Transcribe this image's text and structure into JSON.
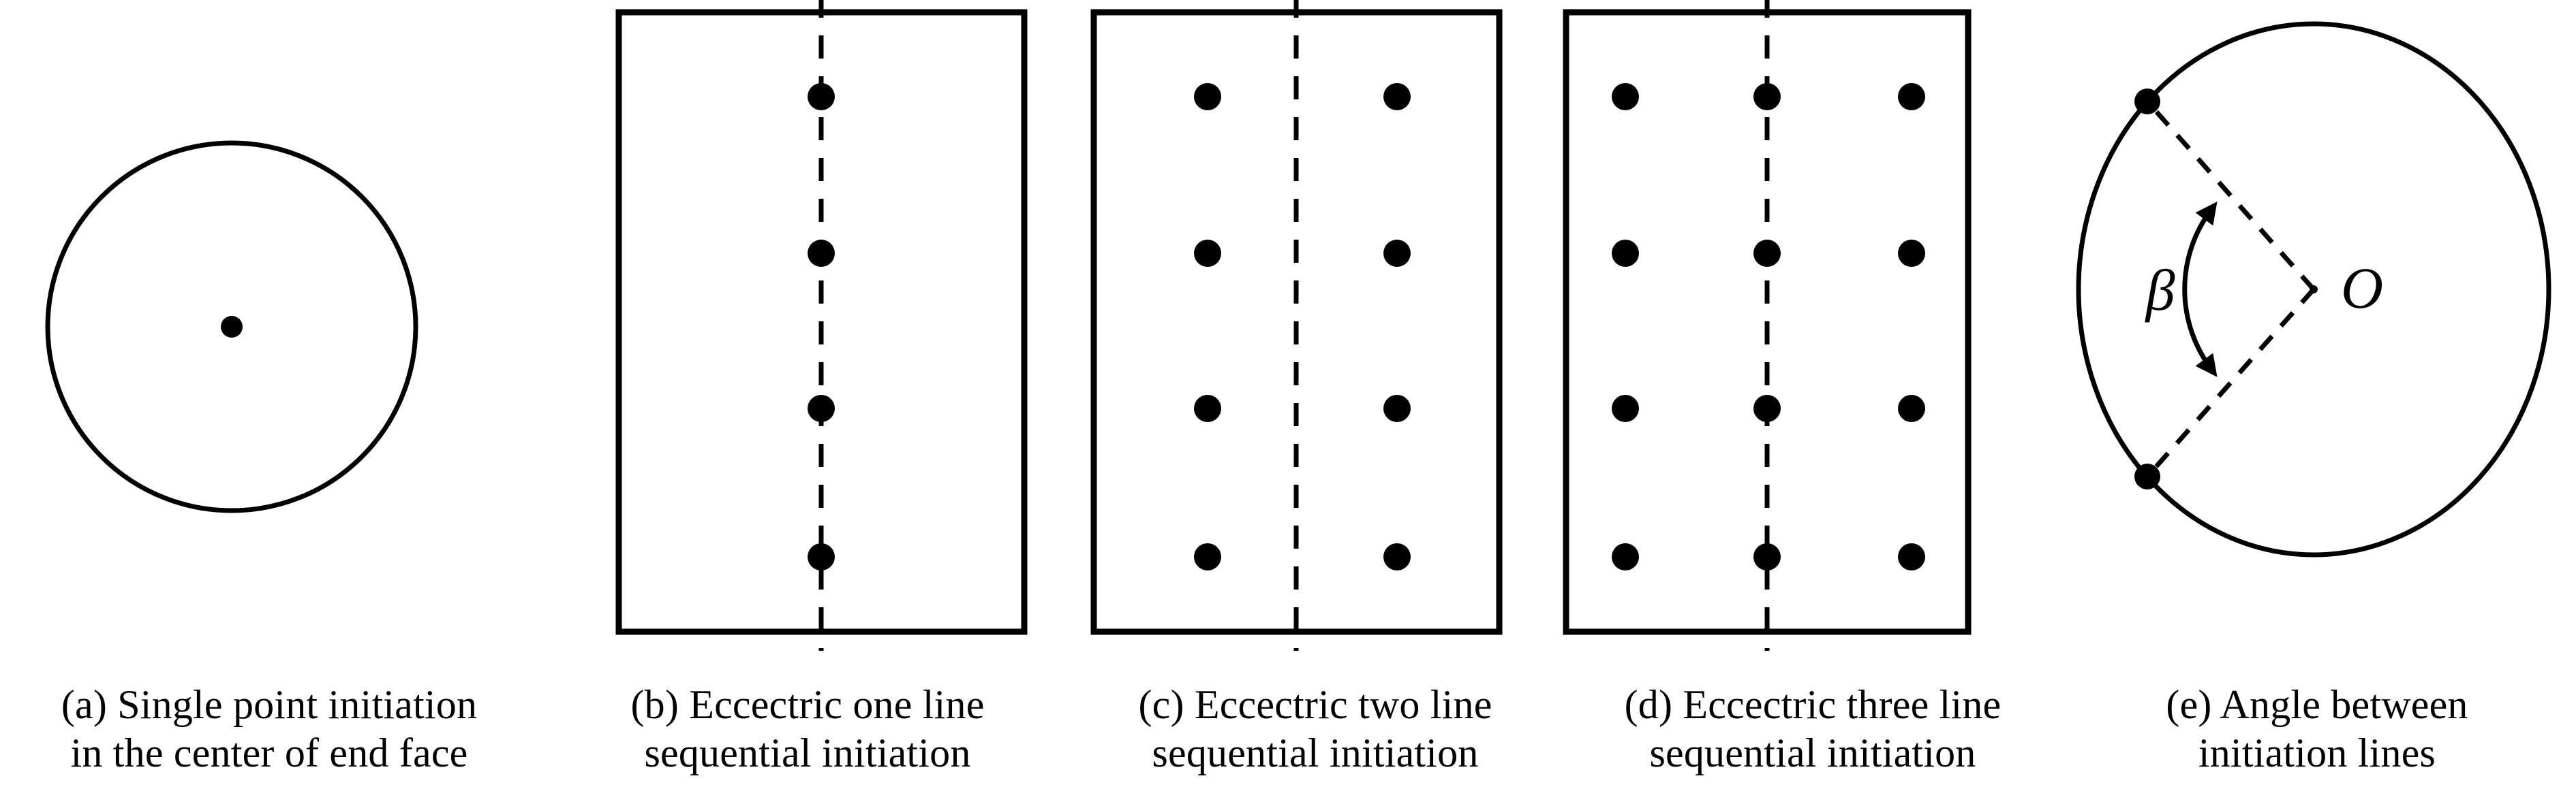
{
  "figure": {
    "background_color": "#ffffff",
    "ink_color": "#000000",
    "panel_count": 5
  },
  "panels": [
    {
      "key": "a",
      "caption_lines": [
        "(a) Single point initiation",
        "in the center of end face"
      ],
      "shape": "circle",
      "initiation_points": 1,
      "has_dashed_centerline": false,
      "point_rows": 1,
      "point_columns": 1
    },
    {
      "key": "b",
      "caption_lines": [
        "(b) Eccectric one line",
        "sequential initiation"
      ],
      "shape": "rectangle",
      "initiation_points": 4,
      "has_dashed_centerline": true,
      "point_rows": 4,
      "point_columns": 1
    },
    {
      "key": "c",
      "caption_lines": [
        "(c) Eccectric two line",
        "sequential initiation"
      ],
      "shape": "rectangle",
      "initiation_points": 8,
      "has_dashed_centerline": true,
      "point_rows": 4,
      "point_columns": 2
    },
    {
      "key": "d",
      "caption_lines": [
        "(d) Eccectric three line",
        "sequential initiation"
      ],
      "shape": "rectangle",
      "initiation_points": 12,
      "has_dashed_centerline": true,
      "point_rows": 4,
      "point_columns": 3
    },
    {
      "key": "e",
      "caption_lines": [
        "(e) Angle between",
        "initiation lines"
      ],
      "shape": "circle",
      "initiation_points": 2,
      "has_dashed_centerline": false,
      "angle_label": "β",
      "center_label": "O"
    }
  ]
}
